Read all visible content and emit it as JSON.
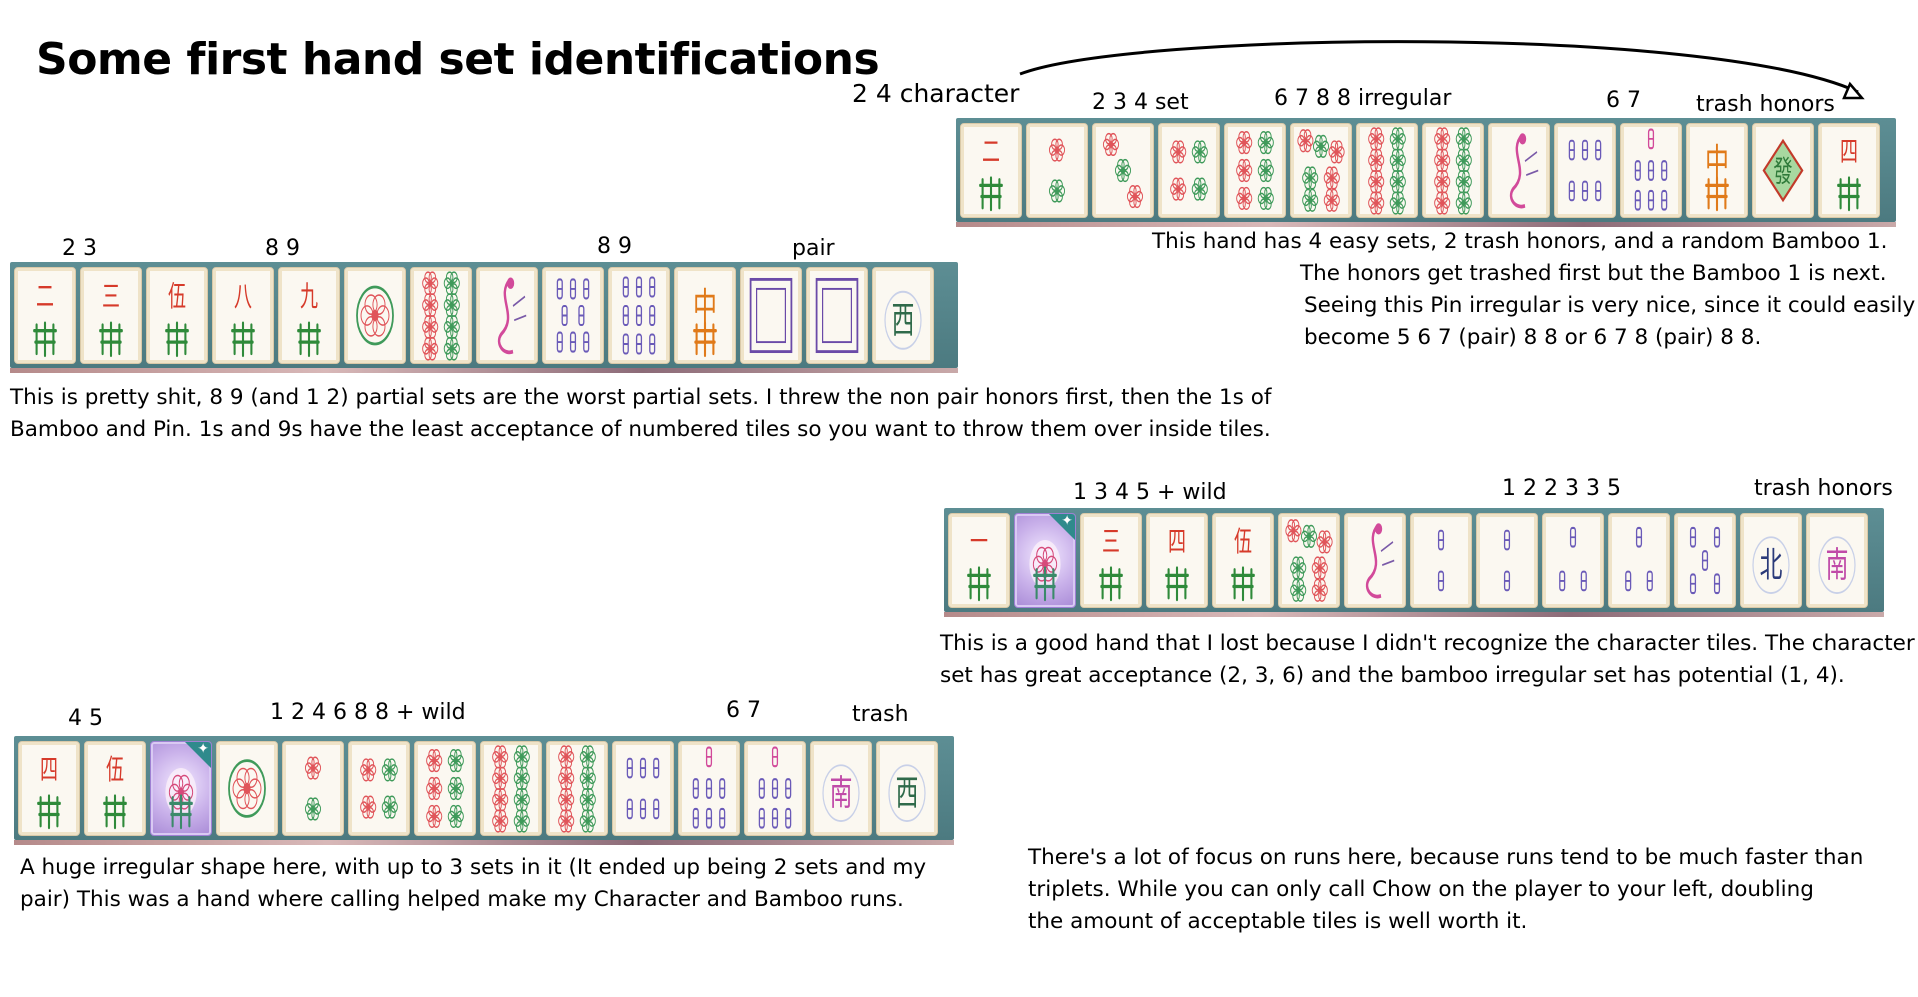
{
  "title": "Some first hand set identifications",
  "hands": [
    {
      "labels": [
        "2 4 character",
        "2 3 4 set",
        "6 7 8 8 irregular",
        "6 7",
        "trash honors"
      ],
      "tiles": [
        "char-2",
        "dots-2",
        "dots-3",
        "dots-4",
        "dots-6",
        "dots-7",
        "dots-8",
        "dots-8",
        "bamboo-1",
        "bamboo-6",
        "bamboo-7",
        "dragon-red",
        "dragon-green",
        "char-4"
      ],
      "notes": [
        "This hand has 4 easy sets, 2 trash honors, and a random Bamboo 1.",
        "The honors get trashed first but the Bamboo 1 is next.",
        "Seeing this Pin irregular is very nice, since it could easily",
        "become 5 6 7 (pair) 8 8 or 6 7 8 (pair) 8 8."
      ]
    },
    {
      "labels": [
        "2 3",
        "8 9",
        "8 9",
        "pair"
      ],
      "tiles": [
        "char-2",
        "char-3",
        "char-5",
        "char-8",
        "char-9",
        "dots-1",
        "dots-8",
        "bamboo-1",
        "bamboo-8",
        "bamboo-9",
        "dragon-red",
        "dragon-white",
        "dragon-white",
        "wind-west"
      ],
      "notes": [
        "This is pretty shit, 8 9 (and 1 2) partial sets are the worst partial sets. I threw the non pair honors first, then the 1s of",
        "Bamboo and Pin. 1s and 9s have the least acceptance of numbered tiles so you want to throw them over inside tiles."
      ]
    },
    {
      "labels": [
        "1 3 4 5 + wild",
        "1 2 2 3 3 5",
        "trash honors"
      ],
      "tiles": [
        "char-1",
        "wild",
        "char-3",
        "char-4",
        "char-5",
        "dots-7",
        "bamboo-1",
        "bamboo-2",
        "bamboo-2",
        "bamboo-3",
        "bamboo-3",
        "bamboo-5",
        "wind-north",
        "wind-south"
      ],
      "notes": [
        "This is a good hand that I lost because I didn't recognize the character tiles. The character",
        "set has great acceptance (2, 3, 6) and the bamboo irregular set has potential (1, 4)."
      ]
    },
    {
      "labels": [
        "4 5",
        "1 2 4 6 8 8 + wild",
        "6 7",
        "trash"
      ],
      "tiles": [
        "char-4",
        "char-5",
        "wild",
        "dots-1",
        "dots-2",
        "dots-4",
        "dots-6",
        "dots-8",
        "dots-8",
        "bamboo-6",
        "bamboo-7",
        "bamboo-7",
        "wind-south",
        "wind-west"
      ],
      "notes": [
        "A huge irregular shape here, with up to 3 sets in it (It ended up being 2 sets and my",
        "pair) This was a hand where calling helped make my Character and Bamboo runs."
      ]
    }
  ],
  "closing_note": [
    "There's a lot of focus on runs here, because runs tend to be much faster than",
    "triplets. While you can only call Chow on the player to your left, doubling",
    "the amount of acceptable tiles is well worth it."
  ],
  "colors": {
    "rack": "#5d8e94",
    "character": "#d63a2a",
    "sticks": "#2f8a3a",
    "dots_red": "#e0555a",
    "dots_green": "#3f9a5a",
    "bamboo": "#6a5ab8",
    "bamboo_pink": "#d24a9a",
    "dragon_red": "#e07a1a"
  }
}
